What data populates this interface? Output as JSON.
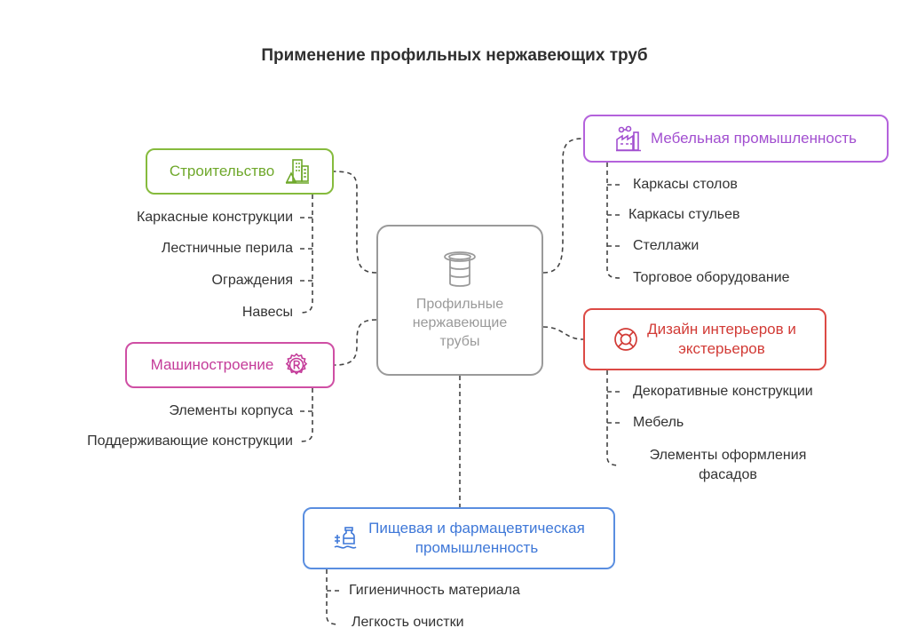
{
  "title": "Применение профильных нержавеющих труб",
  "center": {
    "label": "Профильные\nнержавеющие\nтрубы",
    "icon": "pipe-icon"
  },
  "colors": {
    "construction": "#6fa82b",
    "mechanical": "#c43b99",
    "furniture": "#a24fd0",
    "design": "#d23b36",
    "food": "#3f78d8",
    "center": "#9a9a9a",
    "connector": "#444444"
  },
  "branches": {
    "construction": {
      "label": "Строительство",
      "icon": "buildings-icon",
      "items": [
        "Каркасные конструкции",
        "Лестничные перила",
        "Ограждения",
        "Навесы"
      ]
    },
    "mechanical": {
      "label": "Машиностроение",
      "icon": "gear-badge-icon",
      "items": [
        "Элементы корпуса",
        "Поддерживающие конструкции"
      ]
    },
    "furniture": {
      "label": "Мебельная промышленность",
      "icon": "factory-icon",
      "items": [
        "Каркасы столов",
        "Каркасы стульев",
        "Стеллажи",
        "Торговое оборудование"
      ]
    },
    "design": {
      "label": "Дизайн интерьеров и\nэкстерьеров",
      "icon": "lifebuoy-icon",
      "items": [
        "Декоративные конструкции",
        "Мебель",
        "Элементы оформления\nфасадов"
      ]
    },
    "food": {
      "label": "Пищевая и фармацевтическая\nпромышленность",
      "icon": "pharma-jar-icon",
      "items": [
        "Гигиеничность материала",
        "Легкость очистки"
      ]
    }
  }
}
